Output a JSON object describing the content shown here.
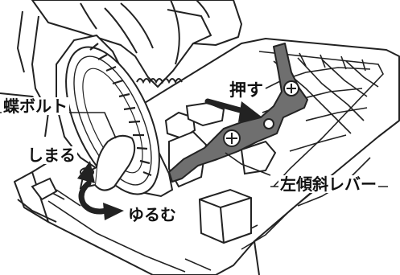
{
  "illustration": {
    "subject": "circular-saw-bevel-adjustment",
    "line_color": "#222222",
    "lever_color": "#6f6f6f",
    "background": "#ffffff"
  },
  "labels": {
    "wing_bolt": "蝶ボルト",
    "push": "押す",
    "tighten": "しまる",
    "loosen": "ゆるむ",
    "bevel_lever": "左傾斜レバー"
  }
}
